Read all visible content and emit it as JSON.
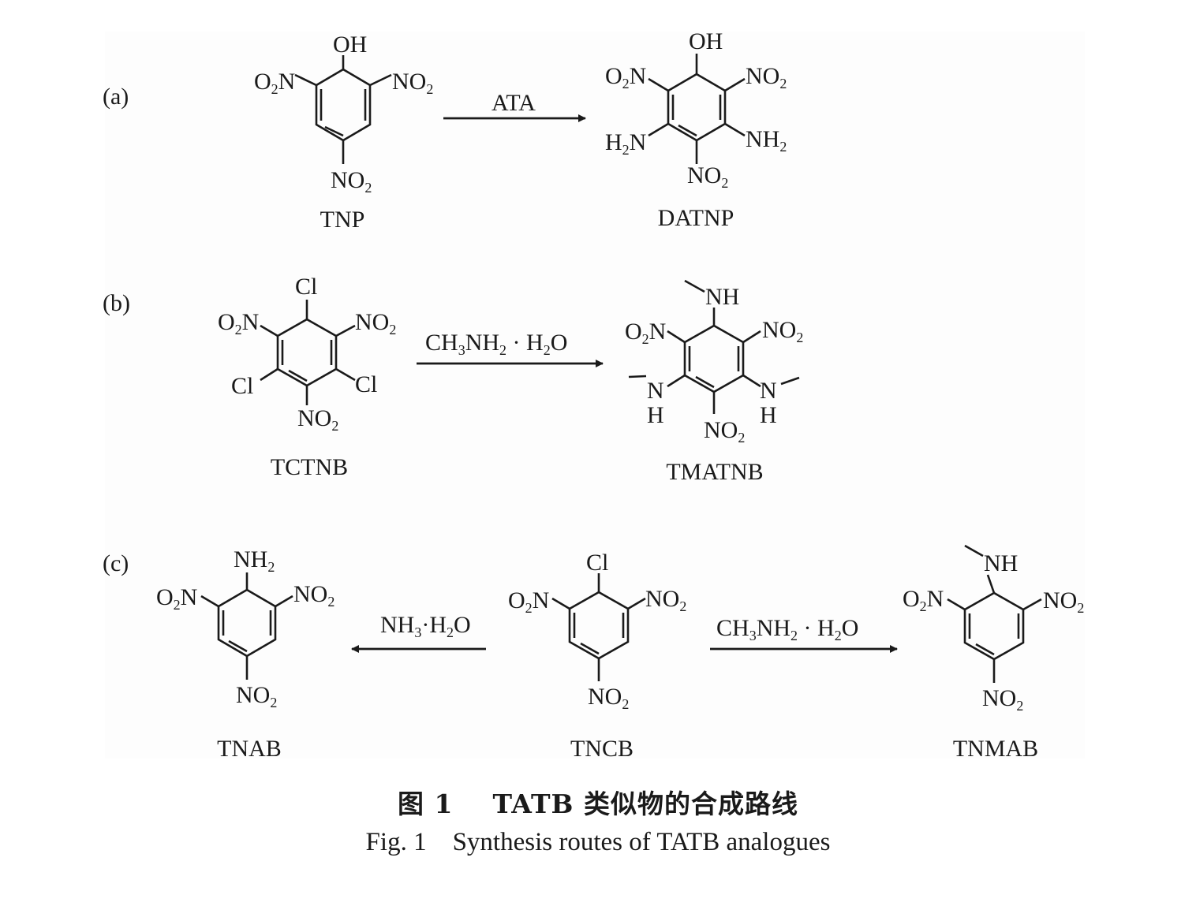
{
  "panels": [
    {
      "label": "(a)",
      "reagent": "ATA",
      "reactant": {
        "name": "TNP",
        "subs": [
          "OH",
          "O2N",
          "NO2",
          "NO2"
        ]
      },
      "product": {
        "name": "DATNP",
        "subs": [
          "OH",
          "O2N",
          "NO2",
          "H2N",
          "NH2",
          "NO2"
        ]
      }
    },
    {
      "label": "(b)",
      "reagent": "CH3NH2 · H2O",
      "reactant": {
        "name": "TCTNB",
        "subs": [
          "Cl",
          "O2N",
          "NO2",
          "Cl",
          "Cl",
          "NO2"
        ]
      },
      "product": {
        "name": "TMATNB",
        "subs": [
          "NH",
          "O2N",
          "NO2",
          "N",
          "H",
          "N",
          "H",
          "NO2"
        ]
      }
    },
    {
      "label": "(c)",
      "reagent_left": "NH3 · H2O",
      "reagent_right": "CH3NH2 · H2O",
      "left_product": {
        "name": "TNAB",
        "subs": [
          "NH2",
          "O2N",
          "NO2",
          "NO2"
        ]
      },
      "reactant": {
        "name": "TNCB",
        "subs": [
          "Cl",
          "O2N",
          "NO2",
          "NO2"
        ]
      },
      "right_product": {
        "name": "TNMAB",
        "subs": [
          "NH",
          "O2N",
          "NO2",
          "NO2"
        ]
      }
    }
  ],
  "caption": {
    "cn_number": "图 1",
    "cn_title": "TATB 类似物的合成路线",
    "en_number": "Fig. 1",
    "en_title": "Synthesis routes of TATB analogues"
  }
}
